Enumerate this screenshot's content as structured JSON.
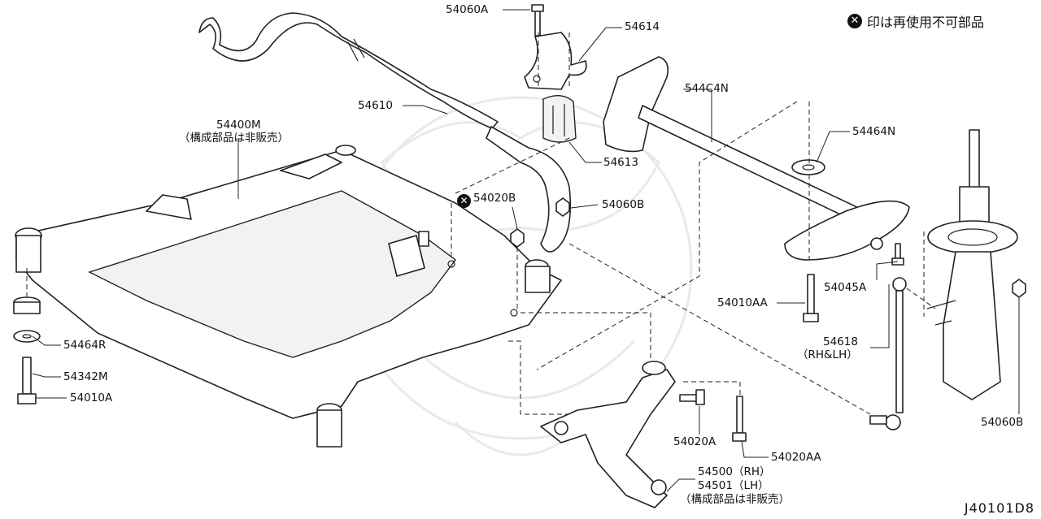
{
  "legend_note": "印は再使用不可部品",
  "legend_symbol": "x-circle-icon",
  "diagram_code": "J40101D8",
  "labels": {
    "p54060A": "54060A",
    "p54614": "54614",
    "p544C4N": "544C4N",
    "p54610": "54610",
    "p54400M": "54400M",
    "p54400M_note": "（構成部品は非販売）",
    "p54613": "54613",
    "p54464N": "54464N",
    "p54020B": "54020B",
    "p54060B_top": "54060B",
    "p54045A": "54045A",
    "p54010AA": "54010AA",
    "p54618": "54618",
    "p54618_note": "（RH&LH）",
    "p54464R": "54464R",
    "p54342M": "54342M",
    "p54010A": "54010A",
    "p54020A": "54020A",
    "p54020AA": "54020AA",
    "p54500": "54500（RH）",
    "p54501": "54501（LH）",
    "p54500_note": "（構成部品は非販売）",
    "p54060B_right": "54060B"
  }
}
